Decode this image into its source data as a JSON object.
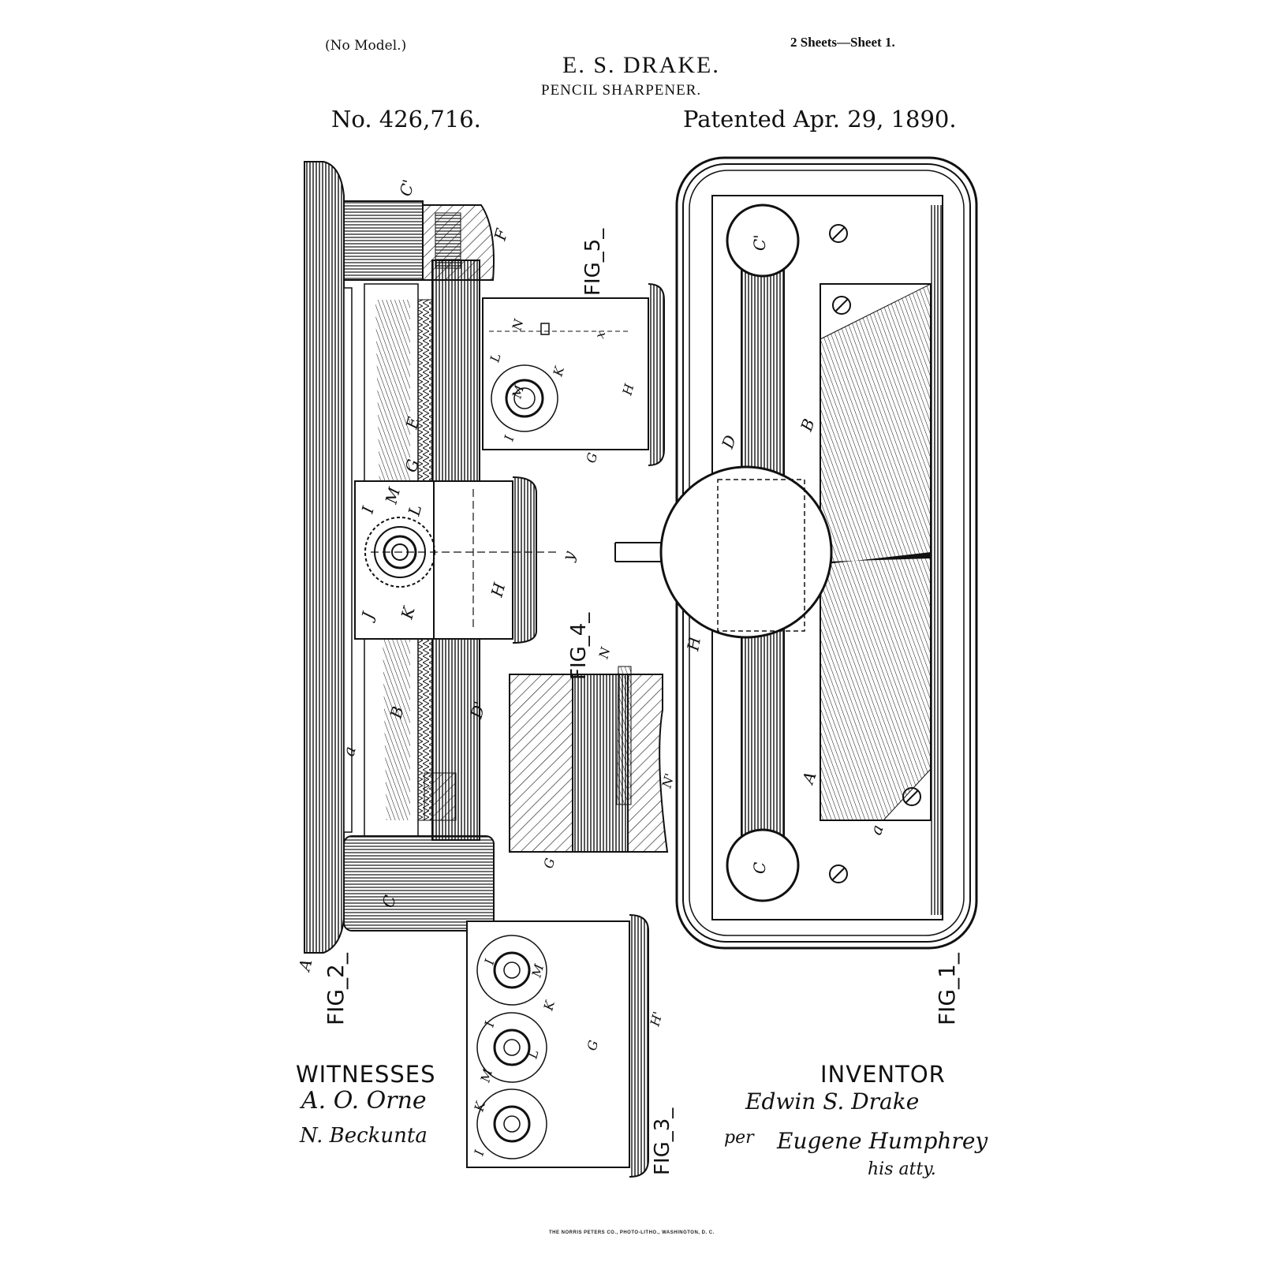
{
  "header": {
    "model_note": "(No Model.)",
    "sheet_note": "2 Sheets—Sheet 1.",
    "inventor_name": "E. S. DRAKE.",
    "title": "PENCIL SHARPENER.",
    "patent_number": "No. 426,716.",
    "patent_date": "Patented Apr. 29, 1890."
  },
  "figures": {
    "fig1": "FIG_1_",
    "fig2": "FIG_2_",
    "fig3": "FIG_3_",
    "fig4": "FIG_4_",
    "fig5": "FIG_5_"
  },
  "reference_letters": {
    "fig1": [
      "C'",
      "B",
      "D",
      "H",
      "A",
      "a",
      "C"
    ],
    "fig2": [
      "C'",
      "F",
      "E",
      "G",
      "I",
      "M",
      "L",
      "J",
      "K",
      "H",
      "y",
      "B",
      "D'",
      "a",
      "C",
      "A"
    ],
    "fig3": [
      "I",
      "M",
      "K",
      "I",
      "L",
      "G",
      "M",
      "K",
      "I",
      "H'"
    ],
    "fig4": [
      "N",
      "N'",
      "G"
    ],
    "fig5": [
      "N",
      "x",
      "L",
      "K",
      "M",
      "I",
      "H",
      "G"
    ]
  },
  "witnesses": {
    "label": "WITNESSES",
    "signatures": [
      "A. O. Orne",
      "N. Beckunta"
    ]
  },
  "inventor_block": {
    "label": "INVENTOR",
    "signature": "Edwin S. Drake",
    "per": "per",
    "attorney": "Eugene Humphrey",
    "attorney_role": "his atty."
  },
  "imprint": "THE NORRIS PETERS CO., PHOTO-LITHO., WASHINGTON, D. C."
}
